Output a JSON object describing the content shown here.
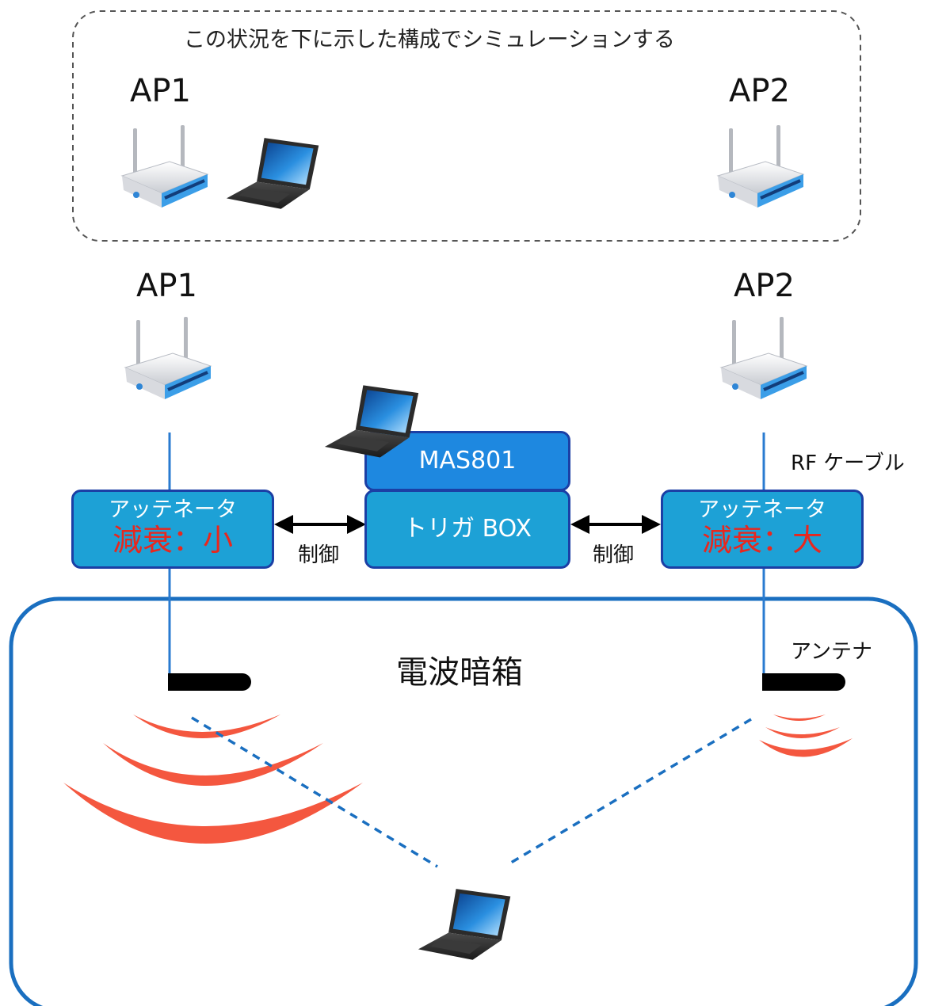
{
  "top_panel": {
    "caption": "この状況を下に示した構成でシミュレーションする",
    "ap1_label": "AP1",
    "ap2_label": "AP2"
  },
  "setup": {
    "ap1_label": "AP1",
    "ap2_label": "AP2",
    "mas_label": "MAS801",
    "trigger_label": "トリガ BOX",
    "att_left_title": "アッテネータ",
    "att_left_level": "減衰：小",
    "att_right_title": "アッテネータ",
    "att_right_level": "減衰：大",
    "control_left": "制御",
    "control_right": "制御",
    "rf_cable": "RF ケーブル",
    "antenna": "アンテナ",
    "chamber": "電波暗箱"
  },
  "colors": {
    "box_fill": "#1da1d6",
    "box_border": "#1b3fa5",
    "mas_fill": "#1e88e0",
    "attenuation_text": "#e8271e",
    "wave": "#f4573f",
    "chamber_border": "#1a6fc0",
    "cable": "#2a7bd0"
  },
  "icons": {
    "router": "wireless-router-icon",
    "laptop": "laptop-icon"
  }
}
